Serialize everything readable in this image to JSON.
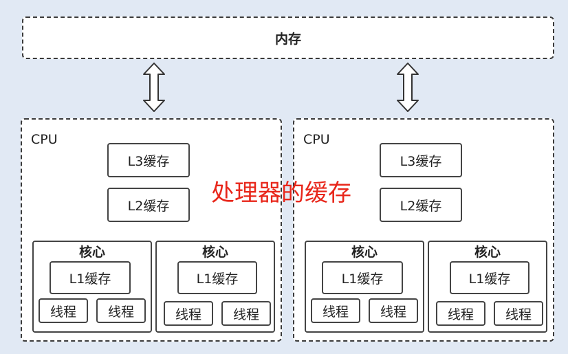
{
  "memory": {
    "label": "内存"
  },
  "overlay_title": "处理器的缓存",
  "cpus": [
    {
      "label": "CPU",
      "l3": "L3缓存",
      "l2": "L2缓存",
      "cores": [
        {
          "title": "核心",
          "l1": "L1缓存",
          "threads": [
            "线程",
            "线程"
          ]
        },
        {
          "title": "核心",
          "l1": "L1缓存",
          "threads": [
            "线程",
            "线程"
          ]
        }
      ]
    },
    {
      "label": "CPU",
      "l3": "L3缓存",
      "l2": "L2缓存",
      "cores": [
        {
          "title": "核心",
          "l1": "L1缓存",
          "threads": [
            "线程",
            "线程"
          ]
        },
        {
          "title": "核心",
          "l1": "L1缓存",
          "threads": [
            "线程",
            "线程"
          ]
        }
      ]
    }
  ],
  "colors": {
    "background": "#e1e9f4",
    "box_border": "#444444",
    "title_red": "#e8261a"
  }
}
